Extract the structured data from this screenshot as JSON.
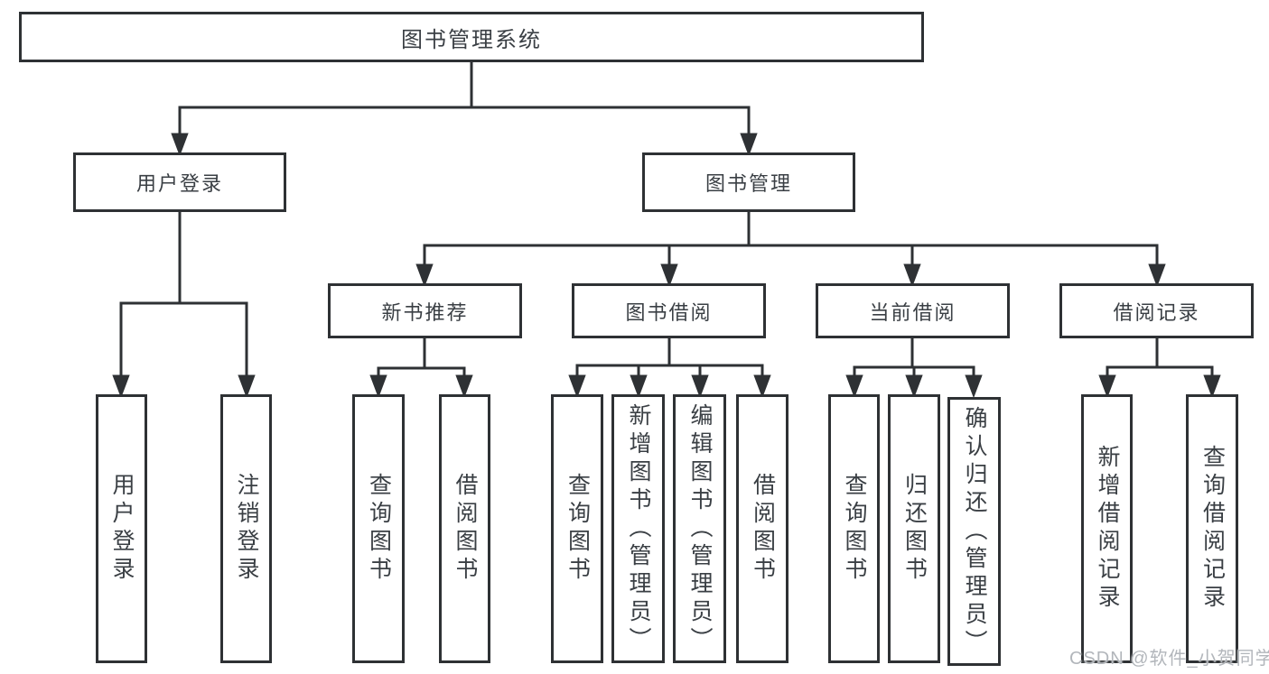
{
  "diagram": {
    "title_node": {
      "label": "图书管理系统"
    },
    "level2": [
      {
        "label": "用户登录"
      },
      {
        "label": "图书管理"
      }
    ],
    "level3": [
      {
        "label": "新书推荐"
      },
      {
        "label": "图书借阅"
      },
      {
        "label": "当前借阅"
      },
      {
        "label": "借阅记录"
      }
    ],
    "leaves": [
      {
        "label": "用户登录",
        "parent": "用户登录"
      },
      {
        "label": "注销登录",
        "parent": "用户登录"
      },
      {
        "label": "查询图书",
        "parent": "新书推荐"
      },
      {
        "label": "借阅图书",
        "parent": "新书推荐"
      },
      {
        "label": "查询图书",
        "parent": "图书借阅"
      },
      {
        "label": "新增图书（管理员）",
        "parent": "图书借阅"
      },
      {
        "label": "编辑图书（管理员）",
        "parent": "图书借阅"
      },
      {
        "label": "借阅图书",
        "parent": "图书借阅"
      },
      {
        "label": "查询图书",
        "parent": "当前借阅"
      },
      {
        "label": "归还图书",
        "parent": "当前借阅"
      },
      {
        "label": "确认归还（管理员）",
        "parent": "当前借阅"
      },
      {
        "label": "新增借阅记录",
        "parent": "借阅记录"
      },
      {
        "label": "查询借阅记录",
        "parent": "借阅记录"
      }
    ],
    "colors": {
      "line": "#2e3134",
      "text": "#3a3f44",
      "background": "#ffffff"
    }
  },
  "watermark": {
    "text": "CSDN @软件_小贺同学",
    "color": "#b2b6bb"
  }
}
